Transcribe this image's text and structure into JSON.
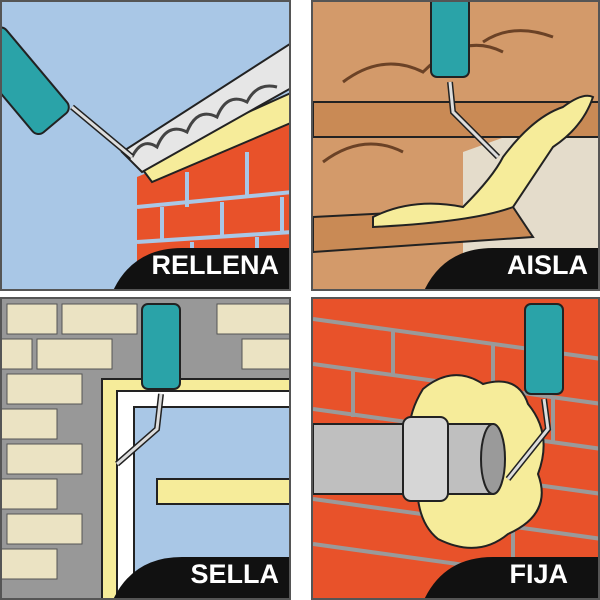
{
  "panels": [
    {
      "label": "RELLENA",
      "icon": "foam-gun-roof-icon"
    },
    {
      "label": "AISLA",
      "icon": "foam-gun-beam-icon"
    },
    {
      "label": "SELLA",
      "icon": "foam-gun-window-icon"
    },
    {
      "label": "FIJA",
      "icon": "foam-gun-pipe-icon"
    }
  ],
  "colors": {
    "sky": "#a9c7e6",
    "brick": "#e8522a",
    "foam": "#f6ec9a",
    "can": "#2aa3a8",
    "label_bg": "#111111"
  }
}
